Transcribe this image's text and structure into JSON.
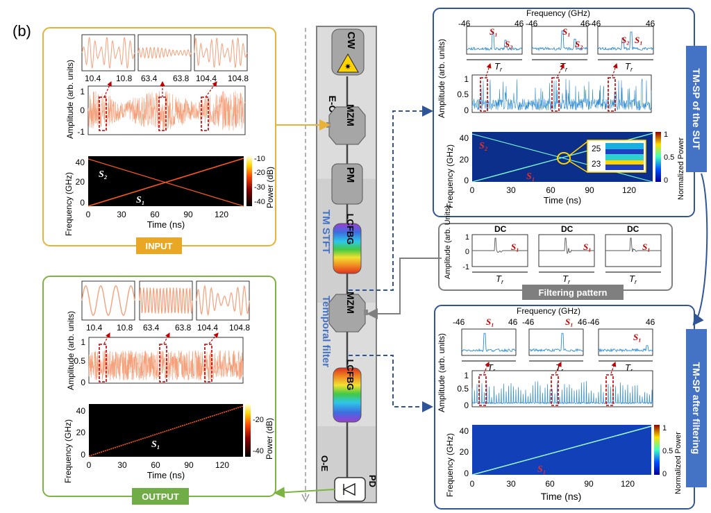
{
  "panel_label": "(b)",
  "colors": {
    "input_border": "#e8b13a",
    "output_border": "#7cb342",
    "sp_border": "#2f5597",
    "filter_border": "#7f7f7f",
    "waveform_orange": "#f4a07a",
    "waveform_blue": "#2e8bd0",
    "marker_red": "#c00000",
    "label_blue": "#4472c4"
  },
  "input_panel": {
    "tag": "INPUT",
    "zoom_ticks": [
      [
        "10.4",
        "10.8"
      ],
      [
        "63.4",
        "63.8"
      ],
      [
        "104.4",
        "104.8"
      ]
    ],
    "amp_ylabel": "Amplitude (arb. units)",
    "amp_yticks": [
      "1",
      "0",
      "-1"
    ],
    "spec_ylabel": "Frequency (GHz)",
    "spec_yticks": [
      "40",
      "20",
      "0"
    ],
    "spec_xticks": [
      "0",
      "30",
      "60",
      "90",
      "120"
    ],
    "spec_xlabel": "Time (ns)",
    "cbar_ticks": [
      "-10",
      "-20",
      "-30",
      "-40"
    ],
    "cbar_label": "Power (dB)",
    "s2": "S₂",
    "s1": "S₁"
  },
  "output_panel": {
    "tag": "OUTPUT",
    "zoom_ticks": [
      [
        "10.4",
        "10.8"
      ],
      [
        "63.4",
        "63.8"
      ],
      [
        "104.4",
        "104.8"
      ]
    ],
    "amp_ylabel": "Amplitude (arb. units)",
    "amp_yticks": [
      "1",
      "0.5",
      "0"
    ],
    "spec_ylabel": "Frequency (GHz)",
    "spec_yticks": [
      "40",
      "20",
      "0"
    ],
    "spec_xticks": [
      "0",
      "30",
      "60",
      "90",
      "120"
    ],
    "spec_xlabel": "Time (ns)",
    "cbar_ticks": [
      "-20",
      "-40"
    ],
    "cbar_label": "Power (dB)",
    "s1": "S₁"
  },
  "chain": {
    "cw": "CW",
    "eo": "E-O",
    "mzm1": "MZM",
    "pm": "PM",
    "lcfbg1": "LCFBG",
    "tm_stft": "TM STFT",
    "mzm2": "MZM",
    "temporal_filter": "Temporal filter",
    "lcfbg2": "LCFBG",
    "pd": "PD",
    "oe": "O-E"
  },
  "sut_panel": {
    "side_title": "TM-SP of the SUT",
    "freq_axis_label": "Frequency (GHz)",
    "freq_ticks": [
      [
        "-46",
        "46"
      ],
      [
        "-46",
        "46"
      ],
      [
        "-46",
        "46"
      ]
    ],
    "tr": "T",
    "tr_sub": "r",
    "amp_ylabel": "Amplitude (arb. units)",
    "amp_yticks": [
      "1",
      "0.5",
      "0"
    ],
    "spec_ylabel": "Frequency (GHz)",
    "spec_yticks": [
      "40",
      "20",
      "0"
    ],
    "spec_xticks": [
      "0",
      "30",
      "60",
      "90",
      "120"
    ],
    "spec_xlabel": "Time (ns)",
    "cbar_ticks": [
      "1",
      "0.5",
      "0"
    ],
    "cbar_label": "Normalized Power",
    "inset_ticks": [
      "25",
      "23"
    ],
    "s1": "S₁",
    "s2": "S₂"
  },
  "filter_panel": {
    "tag": "Filtering pattern",
    "dc": "DC",
    "amp_ylabel": "Amplitude (arb. Units)",
    "amp_yticks": [
      "1",
      "0",
      "-1"
    ],
    "s1": "S₁"
  },
  "after_panel": {
    "side_title": "TM-SP after filtering",
    "freq_axis_label": "Frequency (GHz)",
    "freq_ticks": [
      [
        "-46",
        "46"
      ],
      [
        "-46",
        "46"
      ],
      [
        "-46",
        "46"
      ]
    ],
    "amp_ylabel": "Amplitude (arb. units)",
    "amp_yticks": [
      "1",
      "0.5",
      "0"
    ],
    "spec_ylabel": "Frequency (GHz)",
    "spec_yticks": [
      "40",
      "20",
      "0"
    ],
    "spec_xticks": [
      "0",
      "30",
      "60",
      "90",
      "120"
    ],
    "spec_xlabel": "Time (ns)",
    "cbar_ticks": [
      "1",
      "0.5",
      "0"
    ],
    "cbar_label": "Normalized Power",
    "s1": "S₁"
  }
}
